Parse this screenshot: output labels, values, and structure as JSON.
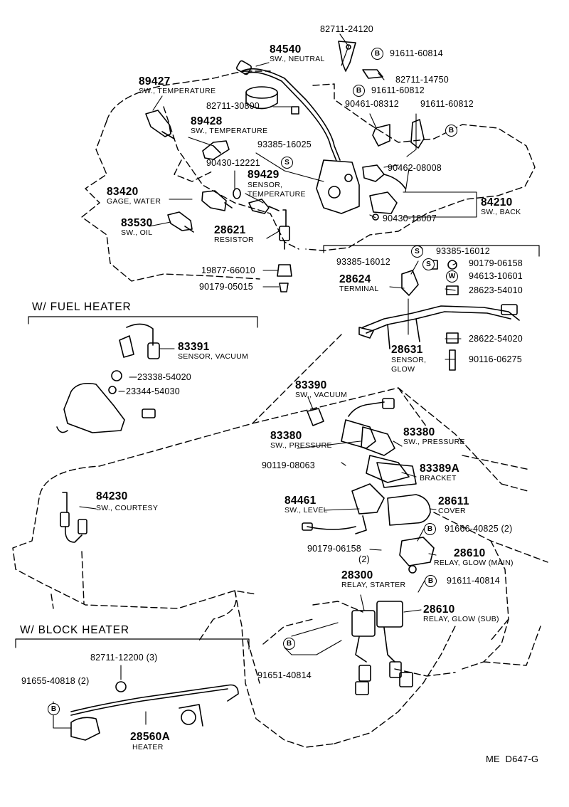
{
  "sections": {
    "fuel_heater": "W/ FUEL HEATER",
    "block_heater": "W/ BLOCK HEATER"
  },
  "drawing_code": "ME  D647-G",
  "parts": [
    {
      "id": "p84540",
      "number": "84540",
      "name": "SW., NEUTRAL"
    },
    {
      "id": "p89427",
      "number": "89427",
      "name": "SW., TEMPERATURE"
    },
    {
      "id": "p89428",
      "number": "89428",
      "name": "SW., TEMPERATURE"
    },
    {
      "id": "p89429",
      "number": "89429",
      "name": "SENSOR, TEMPERATURE"
    },
    {
      "id": "p83420",
      "number": "83420",
      "name": "GAGE, WATER"
    },
    {
      "id": "p83530",
      "number": "83530",
      "name": "SW., OIL"
    },
    {
      "id": "p28621",
      "number": "28621",
      "name": "RESISTOR"
    },
    {
      "id": "p84210",
      "number": "84210",
      "name": "SW., BACK"
    },
    {
      "id": "p28624",
      "number": "28624",
      "name": "TERMINAL"
    },
    {
      "id": "p28631",
      "number": "28631",
      "name": "SENSOR, GLOW"
    },
    {
      "id": "p83391",
      "number": "83391",
      "name": "SENSOR, VACUUM"
    },
    {
      "id": "p83390",
      "number": "83390",
      "name": "SW., VACUUM"
    },
    {
      "id": "p83380a",
      "number": "83380",
      "name": "SW., PRESSURE"
    },
    {
      "id": "p83380b",
      "number": "83380",
      "name": "SW., PRESSURE"
    },
    {
      "id": "p83389a",
      "number": "83389A",
      "name": "BRACKET"
    },
    {
      "id": "p84230",
      "number": "84230",
      "name": "SW., COURTESY"
    },
    {
      "id": "p84461",
      "number": "84461",
      "name": "SW., LEVEL"
    },
    {
      "id": "p28611",
      "number": "28611",
      "name": "COVER"
    },
    {
      "id": "p28610a",
      "number": "28610",
      "name": "RELAY, GLOW (MAIN)"
    },
    {
      "id": "p28300",
      "number": "28300",
      "name": "RELAY, STARTER"
    },
    {
      "id": "p28610b",
      "number": "28610",
      "name": "RELAY, GLOW (SUB)"
    },
    {
      "id": "p28560a",
      "number": "28560A",
      "name": "HEATER"
    }
  ],
  "hardware": [
    {
      "id": "h1",
      "number": "82711-24120",
      "badge": ""
    },
    {
      "id": "h2",
      "number": "91611-60814",
      "badge": "B"
    },
    {
      "id": "h3",
      "number": "82711-14750",
      "badge": ""
    },
    {
      "id": "h4",
      "number": "91611-60812",
      "badge": "B"
    },
    {
      "id": "h5",
      "number": "82711-30800",
      "badge": ""
    },
    {
      "id": "h6",
      "number": "90461-08312",
      "badge": ""
    },
    {
      "id": "h7",
      "number": "91611-60812",
      "badge": "B"
    },
    {
      "id": "h8",
      "number": "93385-16025",
      "badge": "S"
    },
    {
      "id": "h9",
      "number": "90430-12221",
      "badge": ""
    },
    {
      "id": "h10",
      "number": "90462-08008",
      "badge": ""
    },
    {
      "id": "h11",
      "number": "90430-18007",
      "badge": ""
    },
    {
      "id": "h12",
      "number": "19877-66010",
      "badge": ""
    },
    {
      "id": "h13",
      "number": "90179-05015",
      "badge": ""
    },
    {
      "id": "h14",
      "number": "93385-16012",
      "badge": "S"
    },
    {
      "id": "h15",
      "number": "93385-16012",
      "badge": "S"
    },
    {
      "id": "h16",
      "number": "90179-06158",
      "badge": ""
    },
    {
      "id": "h17",
      "number": "94613-10601",
      "badge": "W"
    },
    {
      "id": "h18",
      "number": "28623-54010",
      "badge": ""
    },
    {
      "id": "h19",
      "number": "28622-54020",
      "badge": ""
    },
    {
      "id": "h20",
      "number": "90116-06275",
      "badge": ""
    },
    {
      "id": "h21",
      "number": "23338-54020",
      "badge": ""
    },
    {
      "id": "h22",
      "number": "23344-54030",
      "badge": ""
    },
    {
      "id": "h23",
      "number": "90119-08063",
      "badge": ""
    },
    {
      "id": "h24",
      "number": "91666-40825 (2)",
      "badge": "B"
    },
    {
      "id": "h25",
      "number": "90179-06158",
      "badge": ""
    },
    {
      "id": "h25q",
      "number": "(2)",
      "badge": ""
    },
    {
      "id": "h26",
      "number": "91611-40814",
      "badge": "B"
    },
    {
      "id": "h27",
      "number": "91651-40814",
      "badge": "B"
    },
    {
      "id": "h28",
      "number": "82711-12200 (3)",
      "badge": ""
    },
    {
      "id": "h29",
      "number": "91655-40818 (2)",
      "badge": "B"
    }
  ]
}
